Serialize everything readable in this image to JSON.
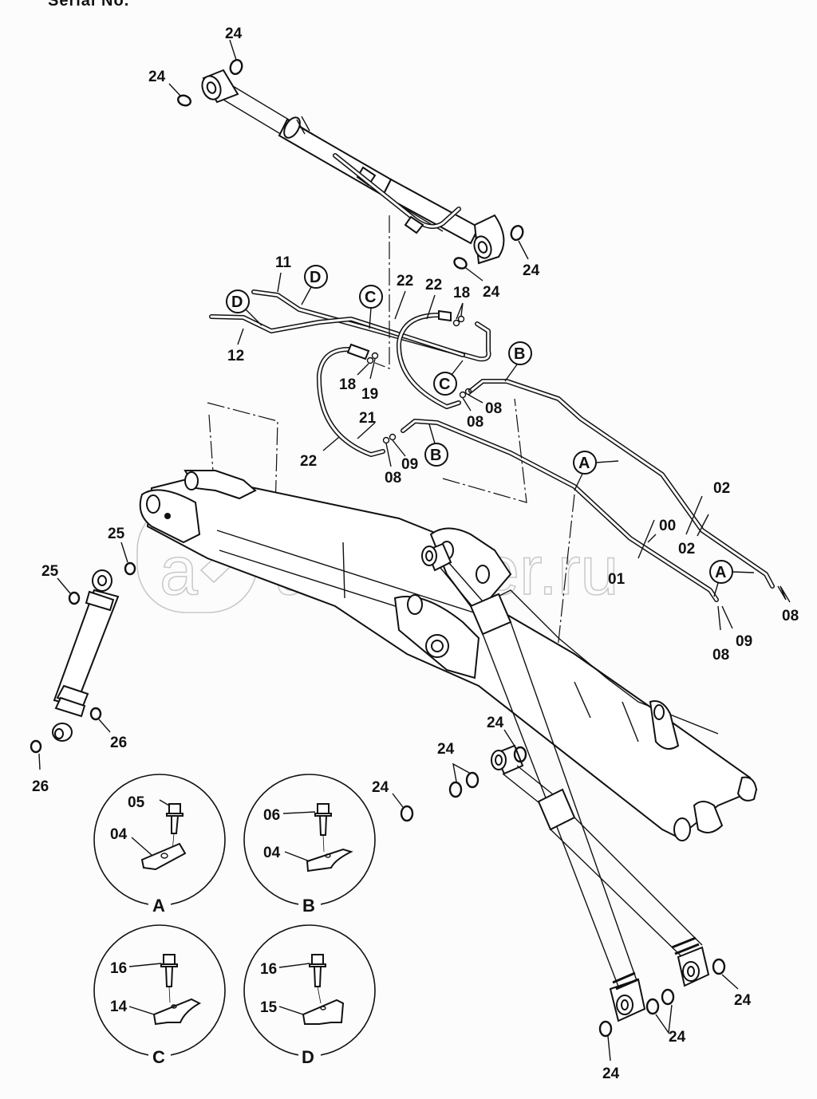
{
  "header": {
    "text": "Serial No."
  },
  "watermark": {
    "text": "autopiter.ru",
    "logo_letter": "a"
  },
  "colors": {
    "ink": "#111111",
    "paper": "#fbfcfb",
    "watermark": "#c9c9c9"
  },
  "callouts": {
    "arm_cyl_top_left": "24",
    "arm_cyl_top_right": "24",
    "arm_cyl_bottom_right": "24",
    "arm_cyl_bottom_ring": "24",
    "pipe_11": "11",
    "pipe_12": "12",
    "hose_22_a": "22",
    "hose_22_b": "22",
    "hose_22_c": "22",
    "hose_21": "21",
    "oring_18_a": "18",
    "oring_18_b": "18",
    "oring_19": "19",
    "oring_08_a": "08",
    "oring_08_b": "08",
    "oring_08_c": "08",
    "oring_08_d": "08",
    "oring_08_e": "08",
    "oring_09_a": "09",
    "oring_09_b": "09",
    "pipe_00": "00",
    "pipe_01": "01",
    "pipe_02_a": "02",
    "pipe_02_b": "02",
    "link_25_a": "25",
    "link_25_b": "25",
    "link_26_a": "26",
    "link_26_b": "26",
    "boom_cyl_24_a": "24",
    "boom_cyl_24_b": "24",
    "boom_cyl_24_c": "24",
    "boom_cyl_24_d": "24",
    "boom_cyl_24_e": "24",
    "boom_cyl_24_f": "24"
  },
  "clamp_markers": {
    "A": "A",
    "B": "B",
    "C": "C",
    "D": "D"
  },
  "detail_views": [
    {
      "caption": "A",
      "bolt": "05",
      "clamp": "04"
    },
    {
      "caption": "B",
      "bolt": "06",
      "clamp": "04"
    },
    {
      "caption": "C",
      "bolt": "16",
      "clamp": "14"
    },
    {
      "caption": "D",
      "bolt": "16",
      "clamp": "15"
    }
  ]
}
